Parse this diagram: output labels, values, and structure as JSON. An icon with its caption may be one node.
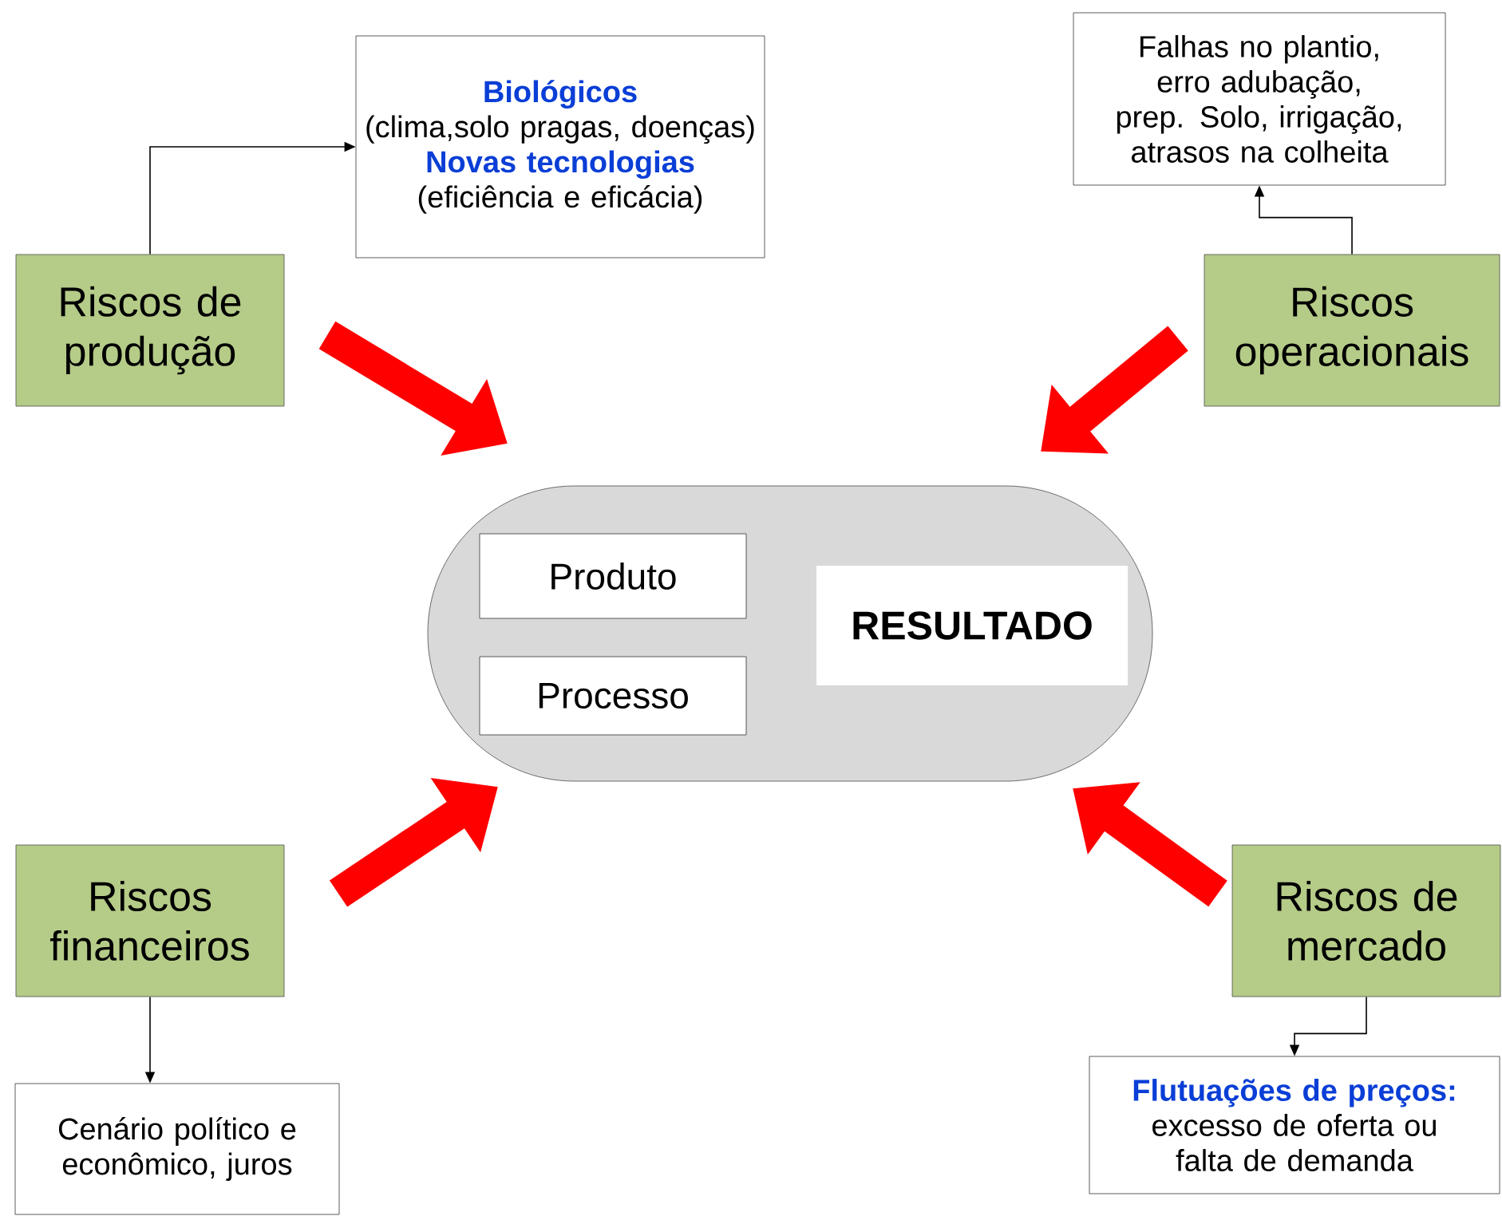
{
  "diagram": {
    "nodes": [
      {
        "text": [
          "Riscos de produção"
        ]
      },
      {
        "text": [
          "Biológicos",
          "(clima,solo pragas, doenças)",
          "Novas tecnologias",
          "(eficiência e eficácia)"
        ]
      },
      {
        "text": [
          "Riscos operacionais"
        ]
      },
      {
        "text": [
          "Falhas no plantio, erro adubação, prep. Solo, irrigação, atrasos na colheita"
        ]
      },
      {
        "text": [],
        "shape": "capsule"
      },
      {
        "text": [
          "Produto"
        ],
        "in": 4
      },
      {
        "text": [
          "Processo"
        ],
        "in": 4
      },
      {
        "text": [
          "RESULTADO"
        ],
        "in": 4
      },
      {
        "text": [
          "Riscos financeiros"
        ]
      },
      {
        "text": [
          "Cenário político e econômico, juros"
        ]
      },
      {
        "text": [
          "Riscos de mercado"
        ]
      },
      {
        "text": [
          "Flutuações de preços:",
          "excesso de oferta ou falta de demanda"
        ]
      }
    ],
    "edges": [
      {
        "from": 0,
        "to": 1,
        "arrow": "to"
      },
      {
        "from": 0,
        "to": 4,
        "arrow": "to",
        "style": "thick",
        "color": "#ff0000"
      },
      {
        "from": 2,
        "to": 3,
        "arrow": "to"
      },
      {
        "from": 2,
        "to": 4,
        "arrow": "to",
        "style": "thick",
        "color": "#ff0000"
      },
      {
        "from": 8,
        "to": 4,
        "arrow": "to",
        "style": "thick",
        "color": "#ff0000"
      },
      {
        "from": 8,
        "to": 9,
        "arrow": "to"
      },
      {
        "from": 10,
        "to": 4,
        "arrow": "to",
        "style": "thick",
        "color": "#ff0000"
      },
      {
        "from": 10,
        "to": 11,
        "arrow": "to"
      }
    ]
  }
}
